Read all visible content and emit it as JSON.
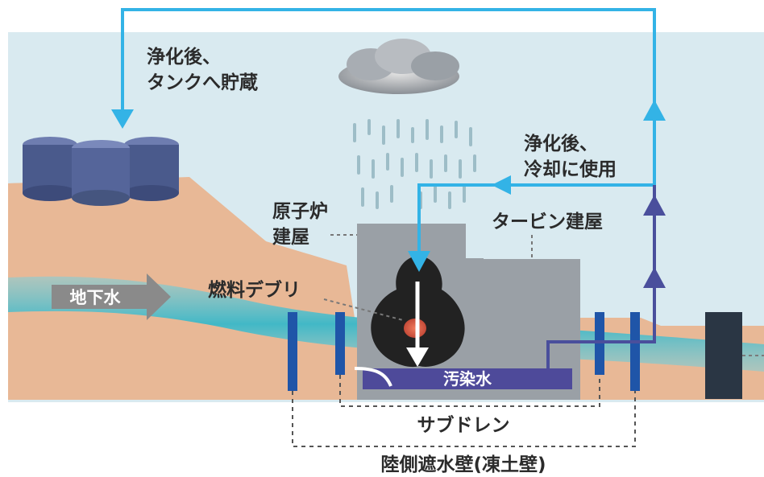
{
  "labels": {
    "purified_tank_line1": "浄化後、",
    "purified_tank_line2": "タンクへ貯蔵",
    "purified_cooling_line1": "浄化後、",
    "purified_cooling_line2": "冷却に使用",
    "reactor_building_line1": "原子炉",
    "reactor_building_line2": "建屋",
    "turbine_building": "タービン建屋",
    "groundwater": "地下水",
    "fuel_debris": "燃料デブリ",
    "contaminated_water": "汚染水",
    "subdrain": "サブドレン",
    "ice_wall": "陸側遮水壁(凍土壁)"
  },
  "colors": {
    "sky": "#d9eaf0",
    "soil": "#e8b896",
    "groundwater": "#7fd0dc",
    "building": "#9aa0a6",
    "tank": "#4a5a8c",
    "flow_arrow_light": "#33b3e6",
    "flow_arrow_dark": "#4a4f9c",
    "contaminated_water": "#4e4a9a",
    "wall": "#1f55a8",
    "debris": "#222222",
    "fuel_core": "#e8664a"
  }
}
